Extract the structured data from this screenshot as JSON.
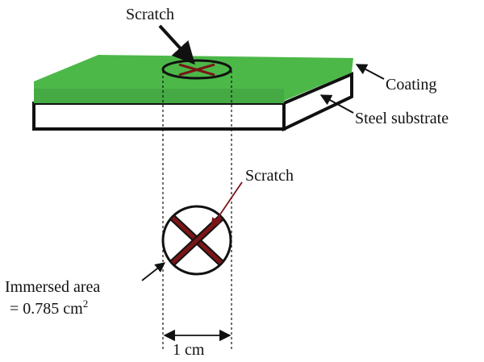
{
  "labels": {
    "scratch_top": "Scratch",
    "coating": "Coating",
    "steel_substrate": "Steel substrate",
    "scratch_detail": "Scratch",
    "immersed_area_line1": "Immersed area",
    "immersed_area_value": "= 0.785 cm",
    "immersed_area_exponent": "2",
    "width_dimension": "1 cm"
  },
  "colors": {
    "coating": "#4cb848",
    "coating_top": "#5cc85a",
    "substrate": "#ffffff",
    "outline": "#111111",
    "scratch": "#7a1518",
    "scratch_arrow": "#7a1518"
  }
}
